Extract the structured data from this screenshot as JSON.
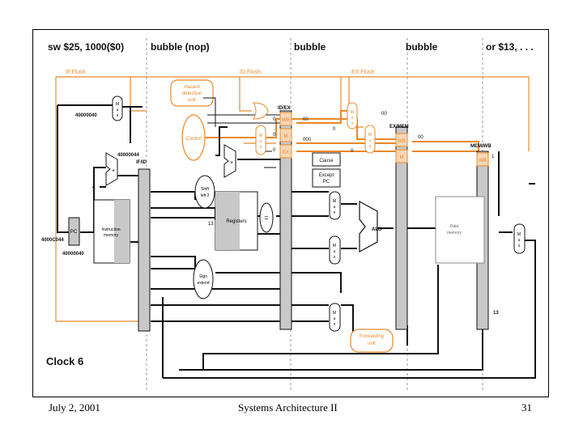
{
  "stages": {
    "s1": "sw $25, 1000($0)",
    "s2": "bubble (nop)",
    "s3": "bubble",
    "s4": "bubble",
    "s5": "or $13, . . ."
  },
  "clock": "Clock 6",
  "labels": {
    "if_flush": "IF.Flush",
    "id_flush": "ID.Flush",
    "ex_flush": "EX.Flush",
    "hazard_line1": "Hazard",
    "hazard_line2": "detection",
    "hazard_line3": "unit",
    "control": "Control",
    "id_ex": "ID/EX",
    "ex_mem": "EX/MEM",
    "mem_wb": "MEM/WB",
    "if_id": "IF/ID",
    "wb": "WB",
    "m": "M",
    "ex": "EX",
    "cause": "Cause",
    "except_line1": "Except",
    "except_line2": "PC",
    "shift_line1": "Shift",
    "shift_line2": "left 2",
    "registers": "Registers",
    "sign_line1": "Sign",
    "sign_line2": "extend",
    "alu": "ALU",
    "data_mem_line1": "Data",
    "data_mem_line2": "memory",
    "instr_mem_line1": "Instruction",
    "instr_mem_line2": "memory",
    "pc": "PC",
    "forward_line1": "Forwarding",
    "forward_line2": "unit",
    "mux_m": "M",
    "mux_u": "u",
    "mux_x": "x",
    "plus": "+",
    "equals": "=",
    "addr_40000040_a": "40000040",
    "addr_40000044": "40000044",
    "addr_4000C044": "4000C044",
    "addr_40000040_b": "40000040",
    "num_4": "4",
    "num_13_a": "13",
    "num_13_b": "13",
    "num_1": "1",
    "zero": "0",
    "zero_00": "00",
    "zero_000": "000"
  },
  "footer": {
    "date": "July 2, 2001",
    "course": "Systems Architecture II",
    "page": "31"
  },
  "colors": {
    "orange": "#e8892a",
    "dark": "#111111",
    "gray": "#c8c8c8"
  }
}
